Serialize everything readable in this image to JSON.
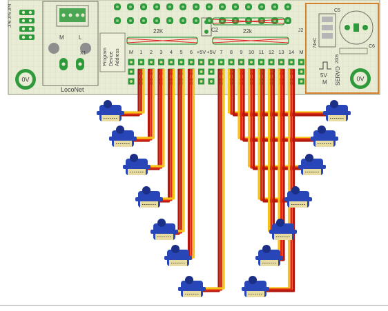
{
  "board": {
    "colors": {
      "board_fill": "#e9ecd4",
      "board_edge": "#b9bca4",
      "copper": "#2f9a3c",
      "copper_light": "#8fd090",
      "silk": "#3c3c3c",
      "highlight": "#d5802a",
      "cut_trace": "#e02020",
      "header_pin": "#d8d89a"
    },
    "labels": {
      "resistor_left": "22K",
      "capacitor_mid": "C2",
      "resistor_right": "22k",
      "capacitor_c5": "C5",
      "capacitor_c6": "C6",
      "connector": "LocoNet",
      "program_line1": "Program",
      "program_line2": "Device",
      "program_line3": "Address",
      "pad_0v_left": "0V",
      "pad_0v_right": "0V",
      "servo_v": "5V",
      "servo_m": "M",
      "servo_word": "SERVO",
      "jumper_mark": "J2",
      "small_left_a": "M",
      "small_left_b": "L",
      "small_left_c": "X1",
      "vert_label_a": "2005",
      "vert_label_b": "SERVO",
      "vert_label_c": "74HC",
      "top_left_tag": "JP6 JP5 JP4"
    },
    "pin_labels": [
      "M",
      "1",
      "2",
      "3",
      "4",
      "5",
      "6",
      "+5V",
      "+5V",
      "7",
      "8",
      "9",
      "10",
      "11",
      "12",
      "13",
      "14",
      "M"
    ]
  },
  "servos": {
    "count": 14,
    "wire_colors": {
      "ground": "#b3180f",
      "power": "#e12a10",
      "signal": "#f6c21a"
    },
    "body_color": "#2846b8",
    "label_color": "#e8dca0"
  }
}
